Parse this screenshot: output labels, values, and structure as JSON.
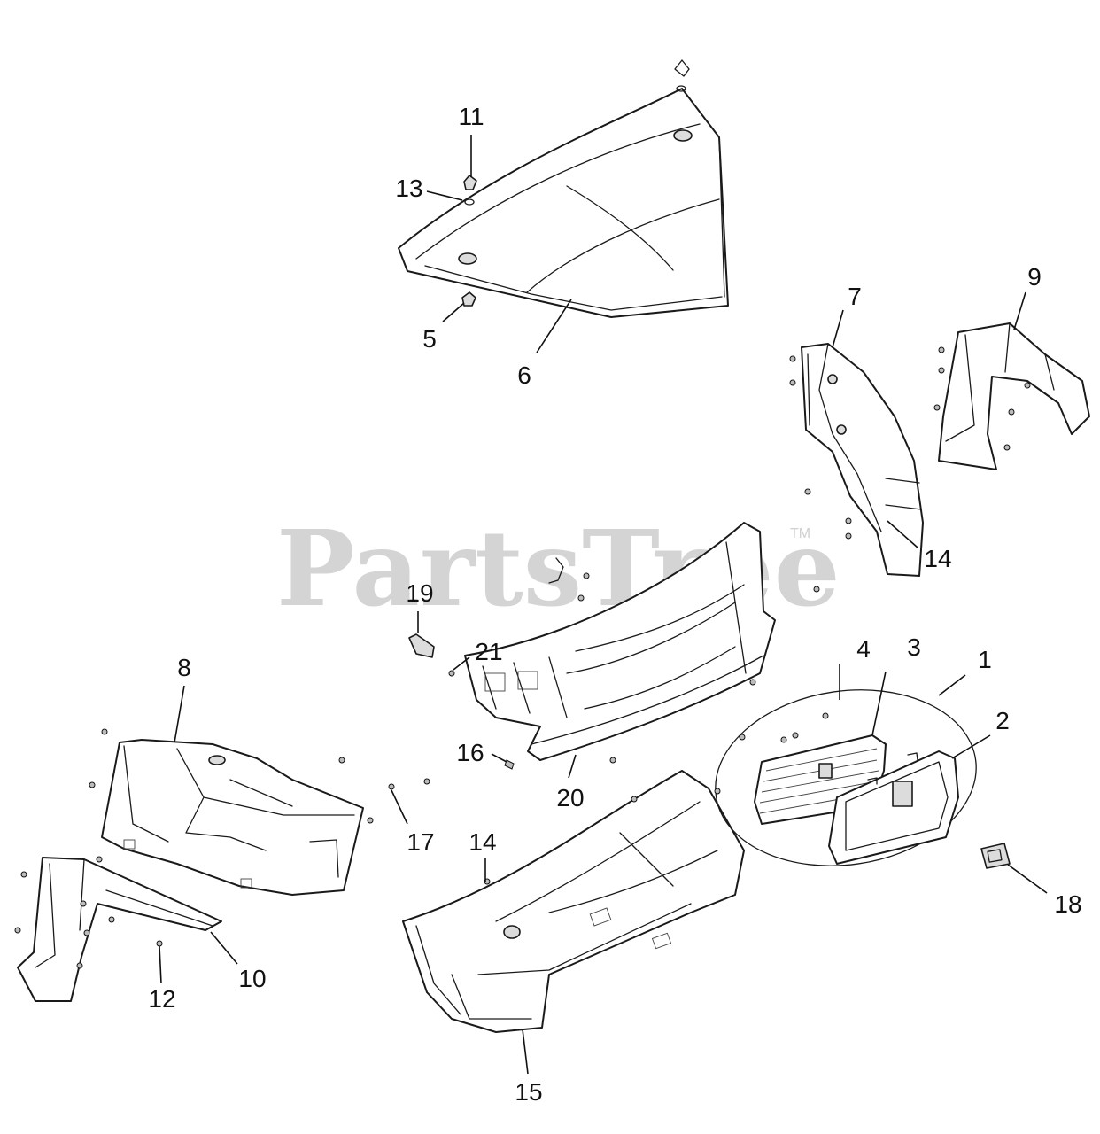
{
  "watermark": {
    "text": "PartsTree",
    "trademark": "TM"
  },
  "callouts": {
    "c1": "1",
    "c2": "2",
    "c3": "3",
    "c4": "4",
    "c5": "5",
    "c6": "6",
    "c7": "7",
    "c8": "8",
    "c9": "9",
    "c10": "10",
    "c11": "11",
    "c12": "12",
    "c13": "13",
    "c14a": "14",
    "c14b": "14",
    "c15": "15",
    "c16": "16",
    "c17": "17",
    "c18": "18",
    "c19": "19",
    "c20": "20",
    "c21": "21"
  }
}
